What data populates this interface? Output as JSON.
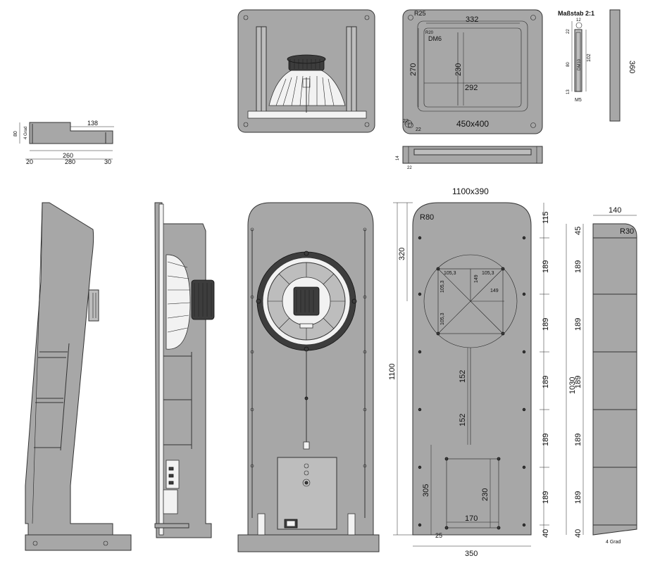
{
  "top_left_view": {
    "d_138": "138",
    "d_80": "80",
    "angle": "4 Grad",
    "d_260": "260",
    "d_20": "20",
    "d_280": "280",
    "d_30": "30"
  },
  "top_back_plate": {
    "r25": "R25",
    "r20": "R20",
    "dm6": "DM6",
    "d_332": "332",
    "d_270": "270",
    "d_230": "230",
    "d_292": "292",
    "d_22a": "22",
    "d_22b": "22",
    "size": "450x400"
  },
  "bottom_rail": {
    "d_14": "14",
    "d_22": "22"
  },
  "scale_detail": {
    "title": "Maßstab 2:1",
    "d_12": "12",
    "d_22": "22",
    "d_80": "80",
    "d_102": "102",
    "dm10": "DM10",
    "d_13": "13",
    "m5": "M5"
  },
  "bar_360": {
    "d_360": "360"
  },
  "front_view": {
    "size": "1100x390",
    "r80": "R80",
    "d_320": "320",
    "d_1100": "1100",
    "d_105_3a": "105,3",
    "d_105_3b": "105,3",
    "d_105_3c": "105,3",
    "d_105_3d": "105,3",
    "d_149a": "149",
    "d_149b": "149",
    "d_152a": "152",
    "d_152b": "152",
    "d_305": "305",
    "d_230": "230",
    "d_170": "170",
    "d_25": "25",
    "d_350": "350",
    "right_dims": [
      "115",
      "189",
      "189",
      "189",
      "189",
      "189",
      "40"
    ]
  },
  "right_side_view": {
    "d_140": "140",
    "r30": "R30",
    "d_1030": "1030",
    "angle": "4 Grad",
    "left_dims": [
      "45",
      "189",
      "189",
      "189",
      "189",
      "189",
      "40"
    ]
  }
}
